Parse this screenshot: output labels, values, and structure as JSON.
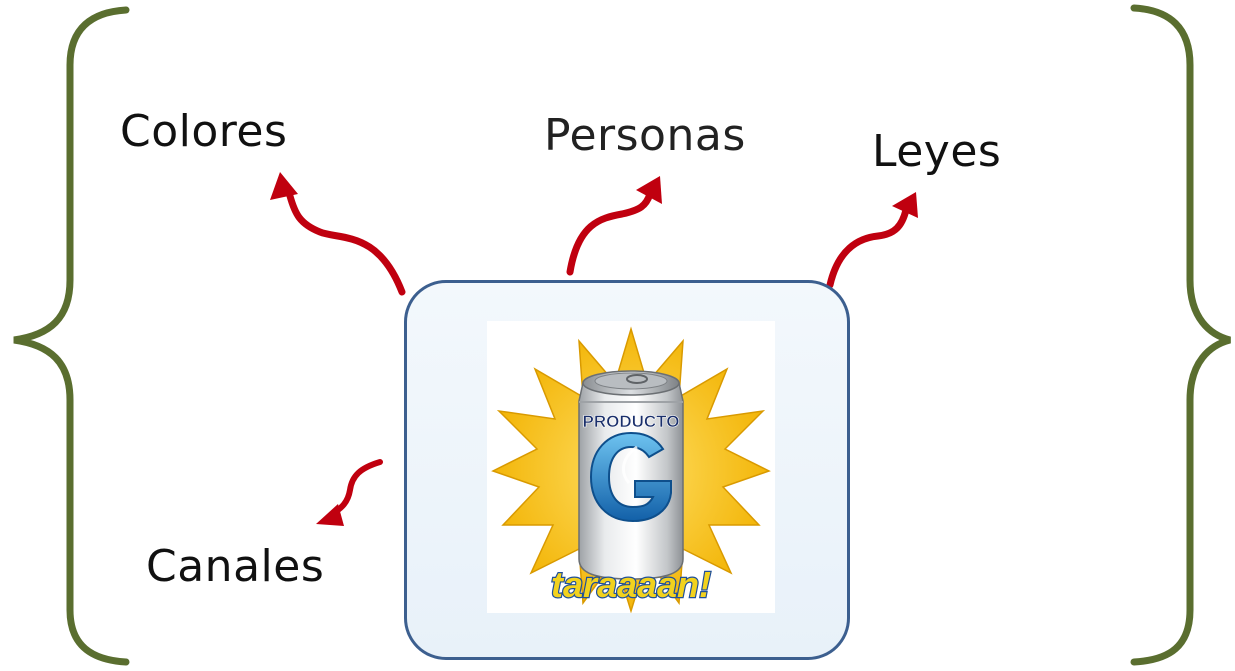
{
  "diagram": {
    "labels": {
      "colores": "Colores",
      "personas": "Personas",
      "leyes": "Leyes",
      "canales": "Canales"
    },
    "product": {
      "can_label": "PRODUCTO",
      "can_logo_letter": "G",
      "slogan": "taraaaan!"
    }
  },
  "colors": {
    "brace": "#5a6e2f",
    "arrow": "#c0000f",
    "box_border": "#3c5f8f",
    "sun": "#f7c514",
    "can_silver": "#d8dadc",
    "logo_blue": "#1e88d6",
    "slogan_fill": "#f2d21e",
    "slogan_outline": "#1f4f9a"
  },
  "icons": {
    "left_brace": "left-curly-brace",
    "right_brace": "right-curly-brace",
    "arrows": "curved-arrow"
  }
}
